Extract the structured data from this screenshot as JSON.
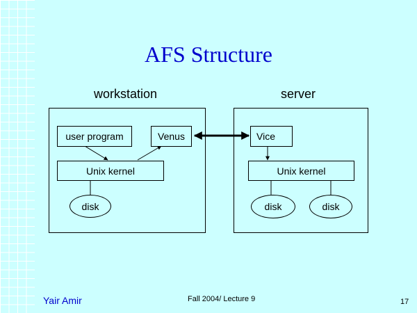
{
  "slide": {
    "title": "AFS Structure",
    "title_color": "#0000cc",
    "background_color": "#ccffff"
  },
  "workstation": {
    "label": "workstation",
    "user_program": "user program",
    "venus": "Venus",
    "unix_kernel": "Unix kernel",
    "disk": "disk"
  },
  "server": {
    "label": "server",
    "vice": "Vice",
    "unix_kernel": "Unix kernel",
    "disk_1": "disk",
    "disk_2": "disk"
  },
  "footer": {
    "author": "Yair Amir",
    "course": "Fall 2004/ Lecture 9",
    "page_number": "17"
  }
}
